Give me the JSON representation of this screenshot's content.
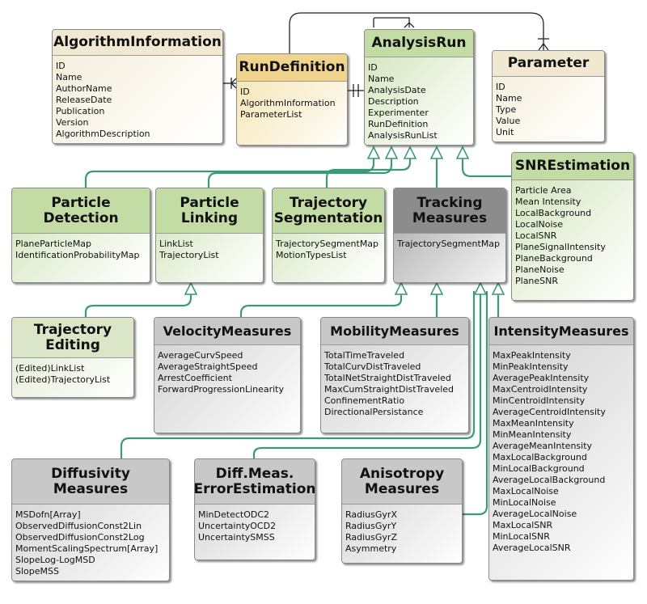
{
  "entities": {
    "algorithm_information": {
      "title": "AlgorithmInformation",
      "attributes": [
        "ID",
        "Name",
        "AuthorName",
        "ReleaseDate",
        "Publication",
        "Version",
        "AlgorithmDescription"
      ]
    },
    "run_definition": {
      "title": "RunDefinition",
      "attributes": [
        "ID",
        "AlgorithmInformation",
        "ParameterList"
      ]
    },
    "analysis_run": {
      "title": "AnalysisRun",
      "attributes": [
        "ID",
        "Name",
        "AnalysisDate",
        "Description",
        "Experimenter",
        "RunDefinition",
        "AnalysisRunList"
      ]
    },
    "parameter": {
      "title": "Parameter",
      "attributes": [
        "ID",
        "Name",
        "Type",
        "Value",
        "Unit"
      ]
    },
    "snr_estimation": {
      "title": "SNREstimation",
      "attributes": [
        "Particle Area",
        "Mean Intensity",
        "LocalBackground",
        "LocalNoise",
        "LocalSNR",
        "PlaneSignalIntensity",
        "PlaneBackground",
        "PlaneNoise",
        "PlaneSNR"
      ]
    },
    "particle_detection": {
      "title_line1": "Particle",
      "title_line2": "Detection",
      "attributes": [
        "PlaneParticleMap",
        "IdentificationProbabilityMap"
      ]
    },
    "particle_linking": {
      "title_line1": "Particle",
      "title_line2": "Linking",
      "attributes": [
        "LinkList",
        "TrajectoryList"
      ]
    },
    "trajectory_segmentation": {
      "title_line1": "Trajectory",
      "title_line2": "Segmentation",
      "attributes": [
        "TrajectorySegmentMap",
        "MotionTypesList"
      ]
    },
    "tracking_measures": {
      "title_line1": "Tracking",
      "title_line2": "Measures",
      "attributes": [
        "TrajectorySegmentMap"
      ]
    },
    "trajectory_editing": {
      "title_line1": "Trajectory",
      "title_line2": "Editing",
      "attributes": [
        "(Edited)LinkList",
        "(Edited)TrajectoryList"
      ]
    },
    "velocity_measures": {
      "title": "VelocityMeasures",
      "attributes": [
        "AverageCurvSpeed",
        "AverageStraightSpeed",
        "ArrestCoefficient",
        "ForwardProgressionLinearity"
      ]
    },
    "mobility_measures": {
      "title": "MobilityMeasures",
      "attributes": [
        "TotalTimeTraveled",
        "TotalCurvDistTraveled",
        "TotalNetStraightDistTraveled",
        "MaxCumStraightDistTraveled",
        "ConfinementRatio",
        "DirectionalPersistance"
      ]
    },
    "intensity_measures": {
      "title": "IntensityMeasures",
      "attributes": [
        "MaxPeakIntensity",
        "MinPeakIntensity",
        "AveragePeakIntensity",
        "MaxCentroidIntensity",
        "MinCentroidIntensity",
        "AverageCentroidIntensity",
        "MaxMeanIntensity",
        "MinMeanIntensity",
        "AverageMeanIntensity",
        "MaxLocalBackground",
        "MinLocalBackground",
        "AverageLocalBackground",
        "MaxLocalNoise",
        "MinLocalNoise",
        "AverageLocalNoise",
        "MaxLocalSNR",
        "MinLocalSNR",
        "AverageLocalSNR"
      ]
    },
    "diffusivity_measures": {
      "title_line1": "Diffusivity",
      "title_line2": "Measures",
      "attributes": [
        "MSDofn[Array]",
        "ObservedDiffusionConst2Lin",
        "ObservedDiffusionConst2Log",
        "MomentScalingSpectrum[Array]",
        "SlopeLog-LogMSD",
        "SlopeMSS"
      ]
    },
    "diff_meas_error_estimation": {
      "title_line1": "Diff.Meas.",
      "title_line2": "ErrorEstimation",
      "attributes": [
        "MinDetectODC2",
        "UncertaintyOCD2",
        "UncertaintySMSS"
      ]
    },
    "anisotropy_measures": {
      "title_line1": "Anisotropy",
      "title_line2": "Measures",
      "attributes": [
        "RadiusGyrX",
        "RadiusGyrY",
        "RadiusGyrZ",
        "Asymmetry"
      ]
    }
  },
  "colors": {
    "connector_green": "#3a9a78",
    "connector_black": "#222222",
    "header_green": "#c3dca5",
    "header_gold": "#f0d48e",
    "header_beige": "#f1e8d2",
    "header_grey": "#c8c8c8",
    "header_dark_grey": "#8c8c8c"
  }
}
